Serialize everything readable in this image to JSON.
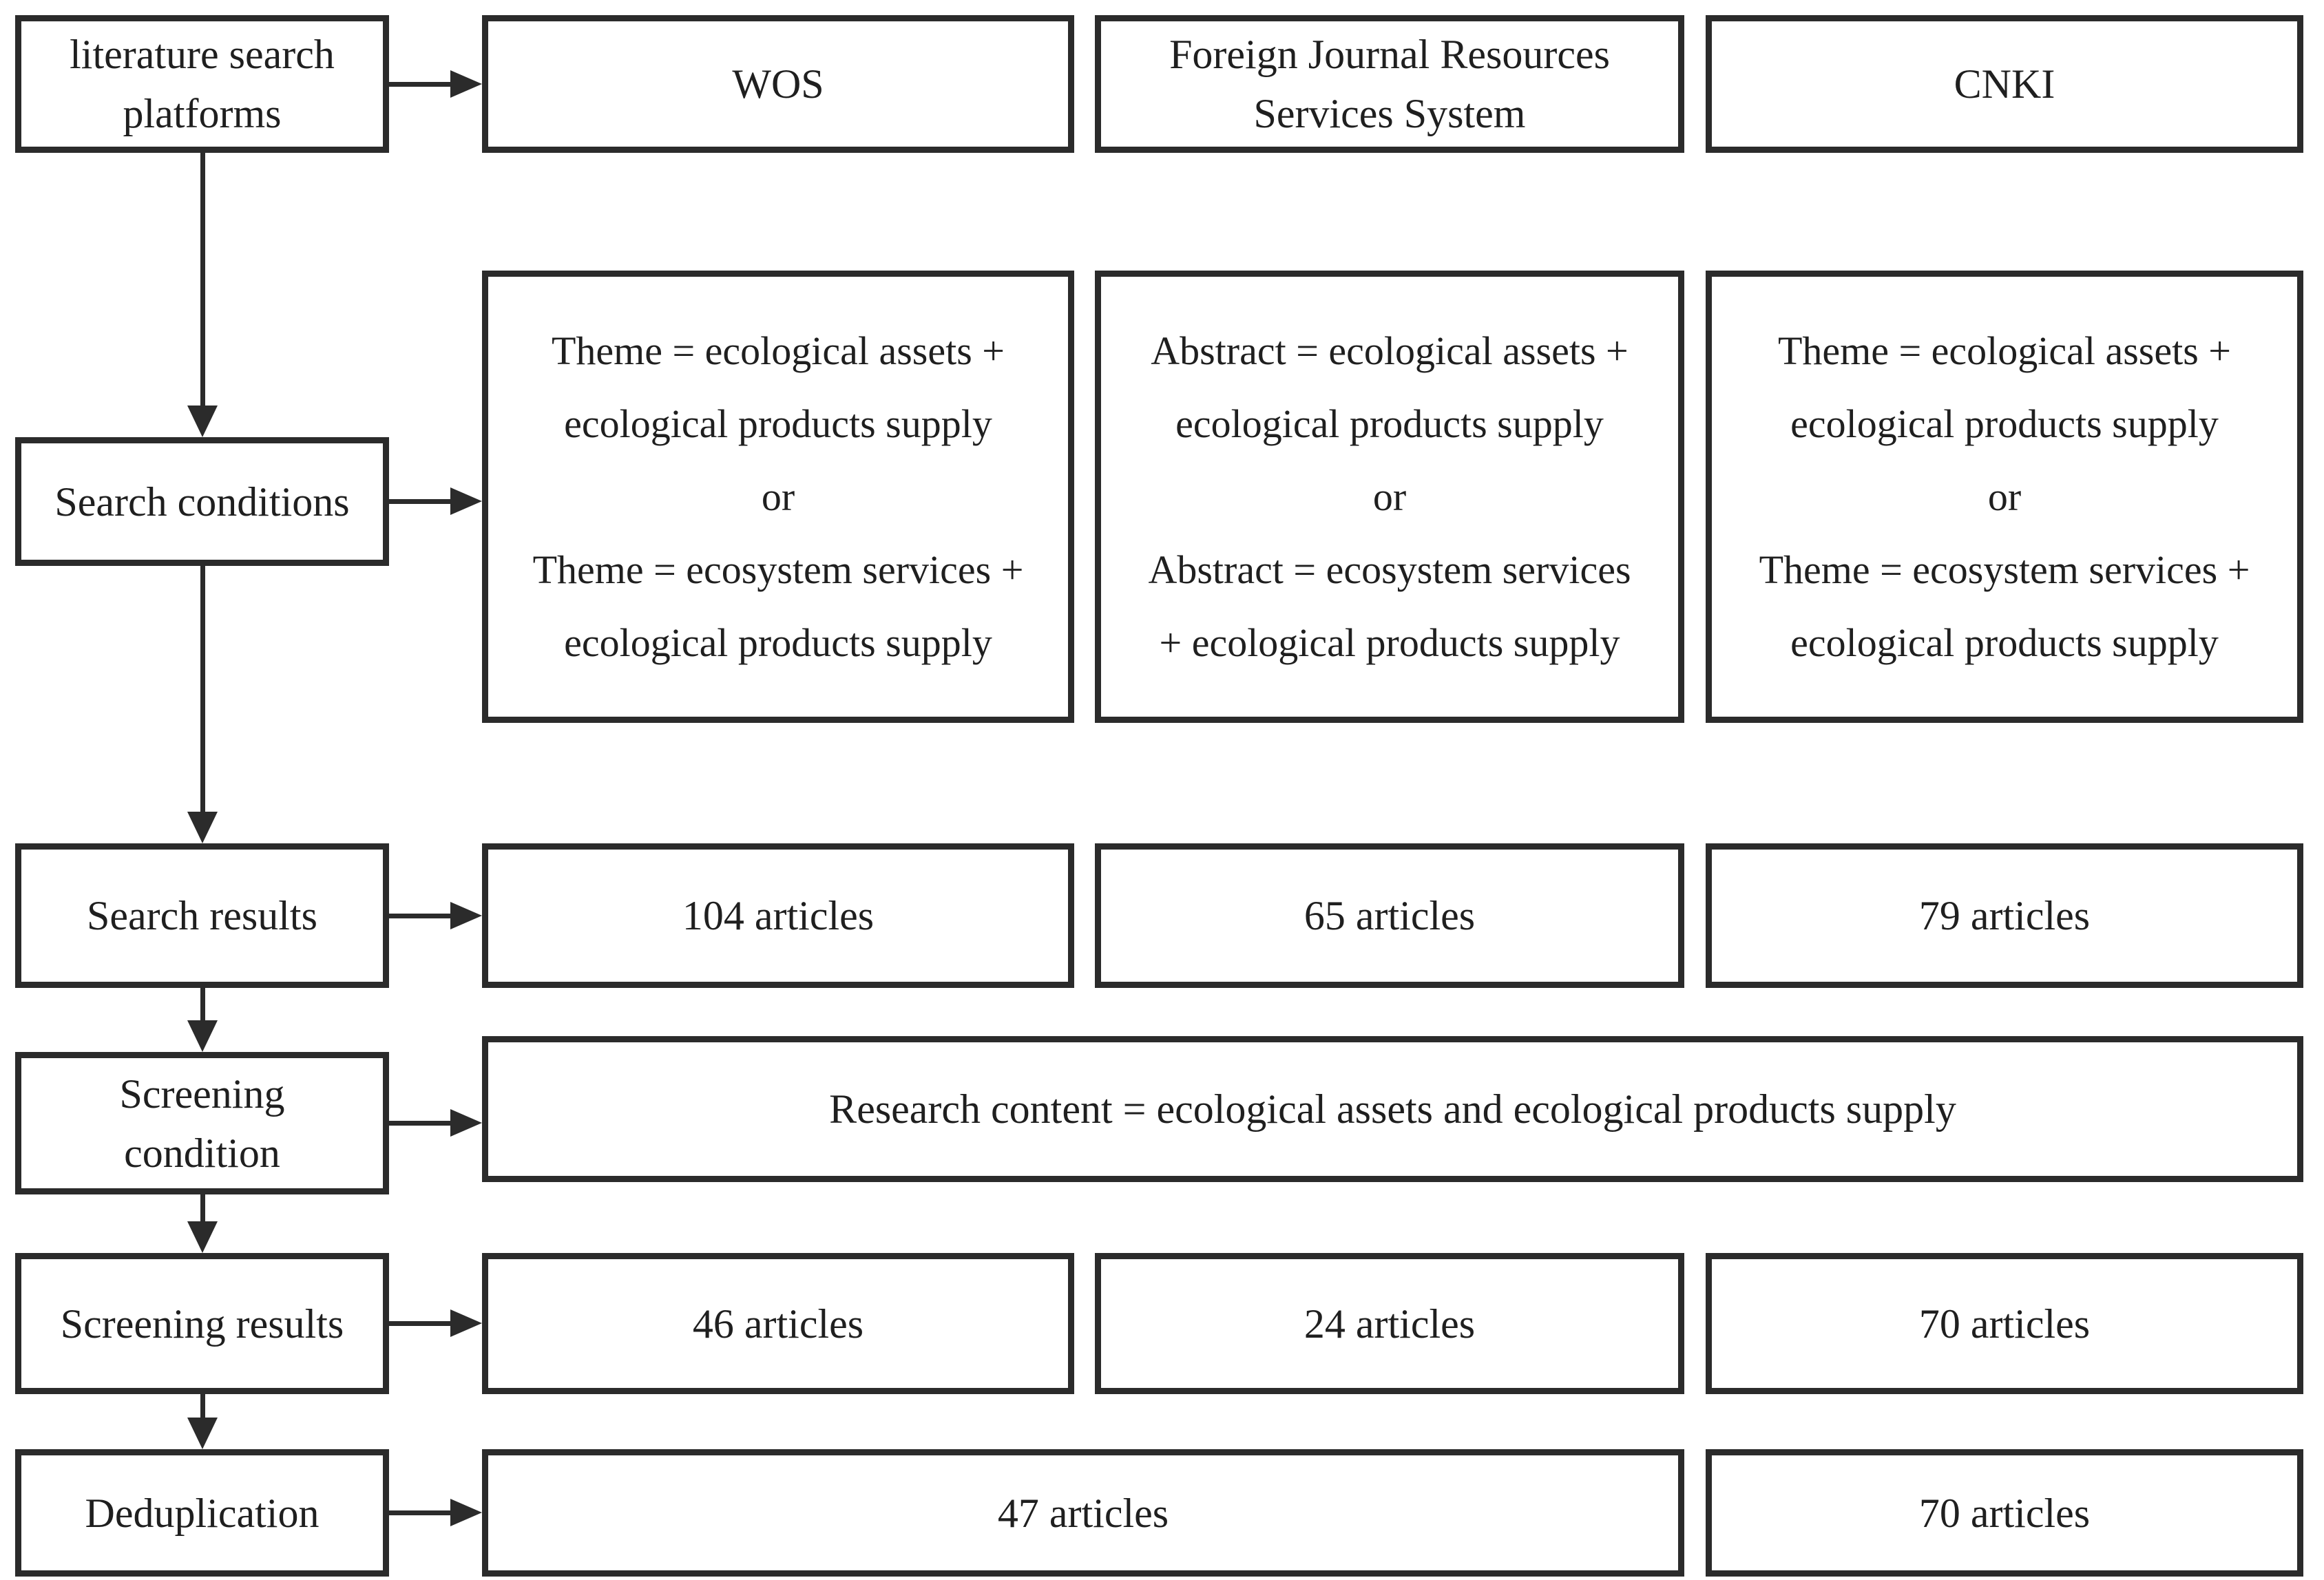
{
  "colors": {
    "background": "#ffffff",
    "border": "#2b2b2b",
    "text": "#1f1f1f"
  },
  "row_labels": {
    "platforms": "literature search\nplatforms",
    "search_conditions": "Search conditions",
    "search_results": "Search results",
    "screening_condition": "Screening\ncondition",
    "screening_results": "Screening results",
    "deduplication": "Deduplication"
  },
  "platforms": {
    "wos": "WOS",
    "foreign": "Foreign Journal Resources\nServices System",
    "cnki": "CNKI"
  },
  "conditions": {
    "wos": "Theme = ecological assets +\necological products supply\nor\nTheme = ecosystem services +\necological products supply",
    "foreign": "Abstract = ecological assets +\necological products supply\nor\nAbstract = ecosystem services\n+ ecological products supply",
    "cnki": "Theme = ecological assets +\necological products supply\nor\nTheme = ecosystem services +\necological products supply"
  },
  "search_results": {
    "wos": "104 articles",
    "foreign": "65 articles",
    "cnki": "79 articles"
  },
  "screening_condition_text": "Research content = ecological assets and ecological products supply",
  "screening_results": {
    "wos": "46 articles",
    "foreign": "24 articles",
    "cnki": "70 articles"
  },
  "deduplication": {
    "merged": "47 articles",
    "cnki": "70 articles"
  }
}
